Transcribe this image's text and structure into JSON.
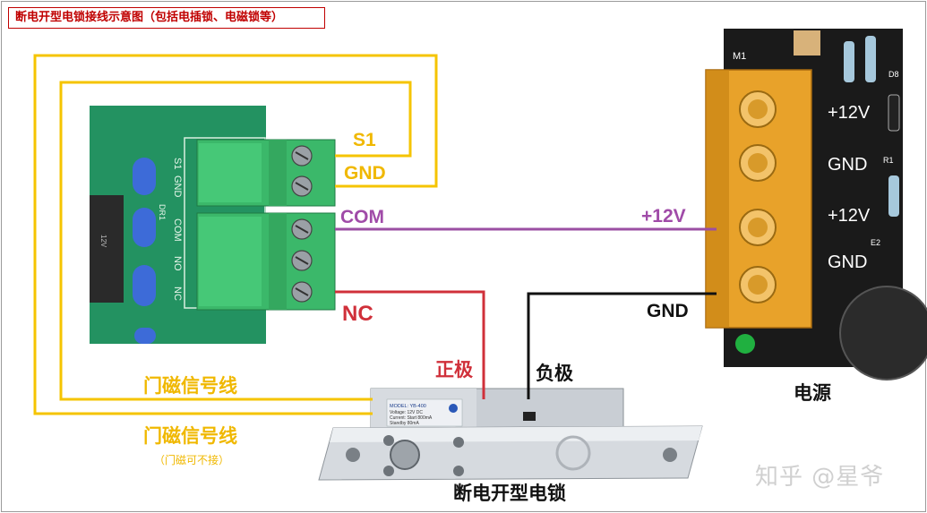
{
  "title": "断电开型电锁接线示意图（包括电插锁、电磁锁等）",
  "colors": {
    "wire_yellow": "#f5c400",
    "wire_purple": "#9b4fa3",
    "wire_red": "#d0303a",
    "wire_black": "#111111",
    "pcb_green": "#1f8a5c",
    "terminal_green": "#3bb86a",
    "psu_orange": "#e8a22a",
    "psu_board": "#1a1a1a",
    "label_yellow": "#f0b800",
    "label_purple": "#a04ba8",
    "label_red": "#d0303a"
  },
  "controller": {
    "terminal_labels": [
      "S1",
      "GND",
      "COM",
      "NC"
    ],
    "silk_labels": {
      "s1": "S1",
      "gnd": "GND",
      "com": "COM",
      "no": "NO",
      "nc": "NC",
      "relay": "DR1"
    }
  },
  "power_supply": {
    "name": "电源",
    "terminal_plus_label": "+12V",
    "terminal_gnd_label": "GND",
    "board_labels": [
      "+12V",
      "GND",
      "+12V",
      "GND"
    ],
    "part_labels": [
      "M1",
      "D8",
      "R1",
      "E2"
    ]
  },
  "lock": {
    "name": "断电开型电锁",
    "positive_label": "正极",
    "negative_label": "负极",
    "plate_text": [
      "MODEL: YB-400",
      "Voltage: 12V DC",
      "Current: Start 800mA",
      "Standby 80mA"
    ]
  },
  "door_sensor": {
    "label_1": "门磁信号线",
    "label_2": "门磁信号线",
    "note": "（门磁可不接）"
  },
  "watermark": "知乎 @星爷"
}
